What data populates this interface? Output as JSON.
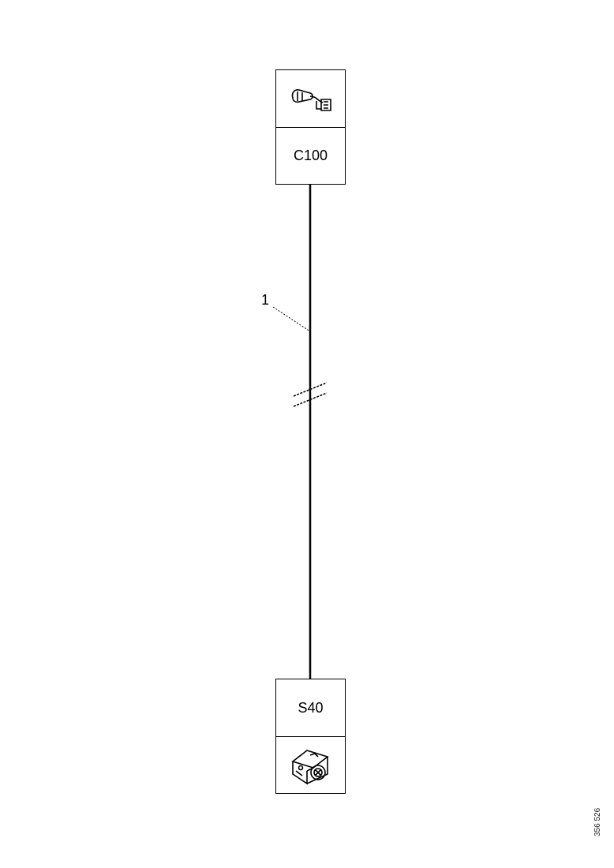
{
  "top_component": {
    "label": "C100",
    "icon": "connector-plug-icon"
  },
  "bottom_component": {
    "label": "S40",
    "icon": "switch-module-icon"
  },
  "wire": {
    "callout": "1",
    "break_marker": "double-slash"
  },
  "reference_code": "356 526"
}
